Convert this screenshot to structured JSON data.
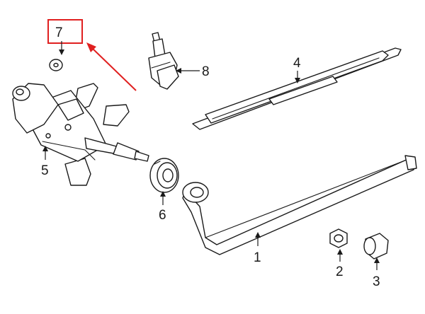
{
  "callouts": {
    "c1": "1",
    "c2": "2",
    "c3": "3",
    "c4": "4",
    "c5": "5",
    "c6": "6",
    "c7": "7",
    "c8": "8"
  },
  "colors": {
    "highlight": "#e02020",
    "line": "#1a1a1a",
    "background": "#ffffff"
  }
}
